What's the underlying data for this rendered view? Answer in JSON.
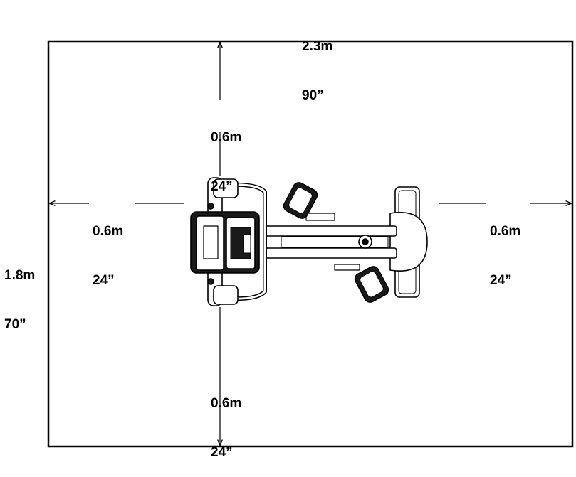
{
  "dimensions": {
    "width": {
      "metric": "2.3m",
      "imperial": "90”"
    },
    "height": {
      "metric": "1.8m",
      "imperial": "70”"
    },
    "top_clearance": {
      "metric": "0.6m",
      "imperial": "24”"
    },
    "bottom_clearance": {
      "metric": "0.6m",
      "imperial": "24”"
    },
    "left_clearance": {
      "metric": "0.6m",
      "imperial": "24”"
    },
    "right_clearance": {
      "metric": "0.6m",
      "imperial": "24”"
    }
  },
  "colors": {
    "line": "#000000",
    "fill": "#ffffff",
    "equipment_dark": "#1a1a1a"
  },
  "icons": {
    "equipment": "elliptical-trainer-top-view-icon"
  }
}
